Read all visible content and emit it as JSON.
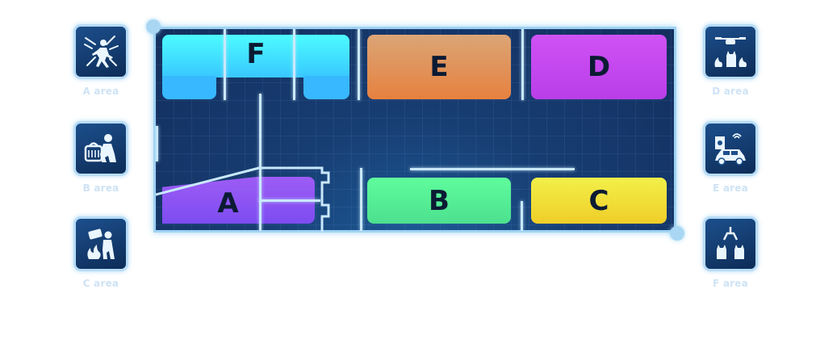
{
  "areas": {
    "A": {
      "label": "A",
      "caption": "A area",
      "icon": "running-person-alarm-icon",
      "color": "#8f55f0"
    },
    "B": {
      "label": "B",
      "caption": "B area",
      "icon": "kneeling-person-pet-carrier-icon",
      "color": "#55e89a"
    },
    "C": {
      "label": "C",
      "caption": "C area",
      "icon": "person-fire-rescue-icon",
      "color": "#f0d030"
    },
    "D": {
      "label": "D",
      "caption": "D area",
      "icon": "drone-cat-fire-icon",
      "color": "#c34ef2"
    },
    "E": {
      "label": "E",
      "caption": "E area",
      "icon": "factory-car-signal-icon",
      "color": "#e48848"
    },
    "F": {
      "label": "F",
      "caption": "F area",
      "icon": "claw-cats-icon",
      "color": "#3cd8ff"
    }
  }
}
